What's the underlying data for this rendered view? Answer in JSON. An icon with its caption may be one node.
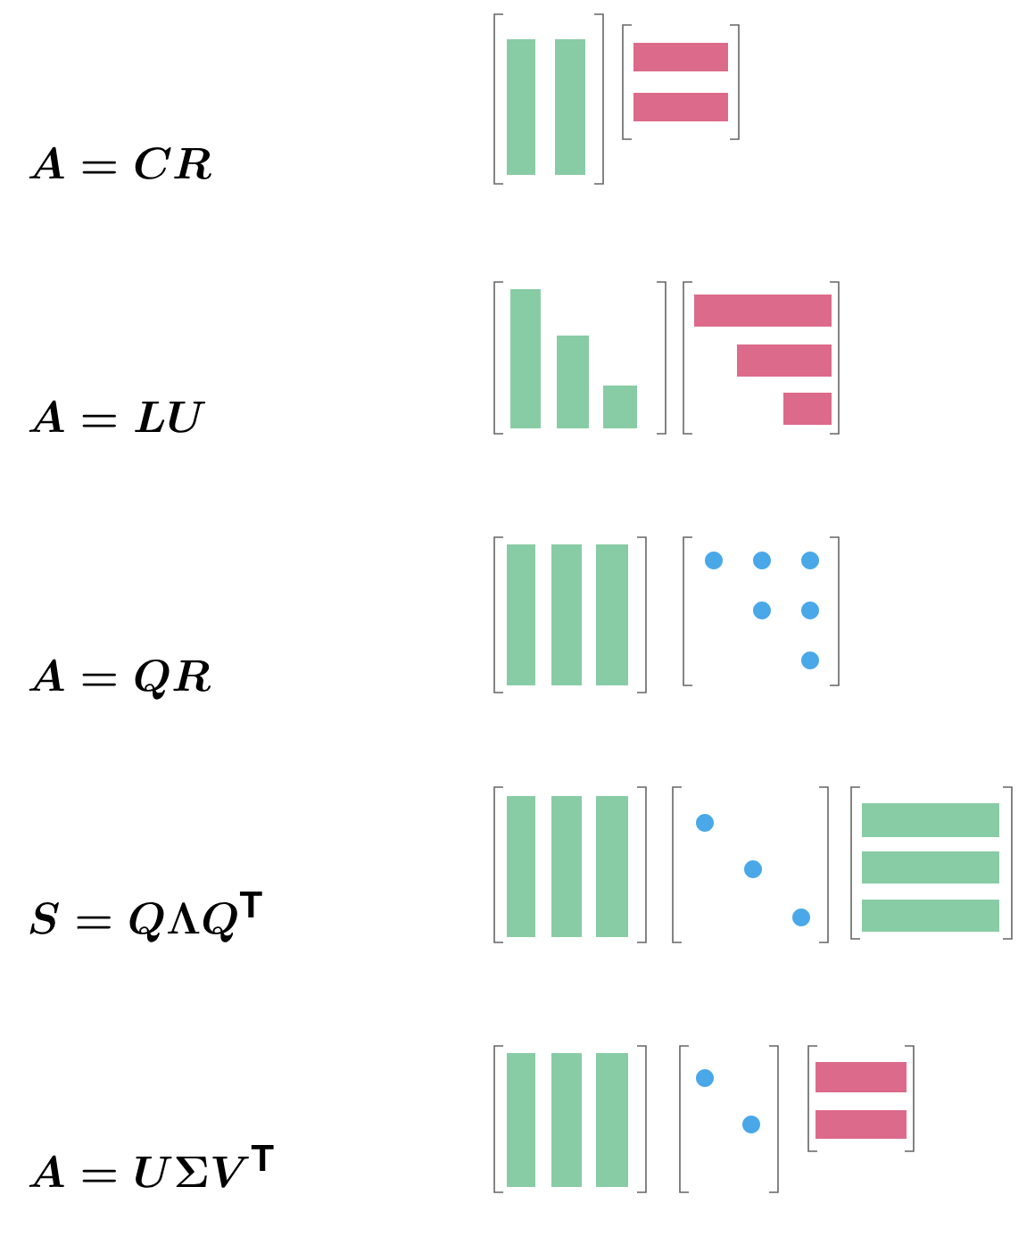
{
  "diagram": {
    "labels": [
      "\\boldsymbol{A = CR}",
      "\\boldsymbol{A = LU}",
      "\\boldsymbol{A = QR}",
      "\\boldsymbol{S = Q\\Lambda Q^{\\mathrm{T}}}",
      "\\boldsymbol{A = U\\Sigma V^{\\mathrm{T}}}"
    ]
  }
}
